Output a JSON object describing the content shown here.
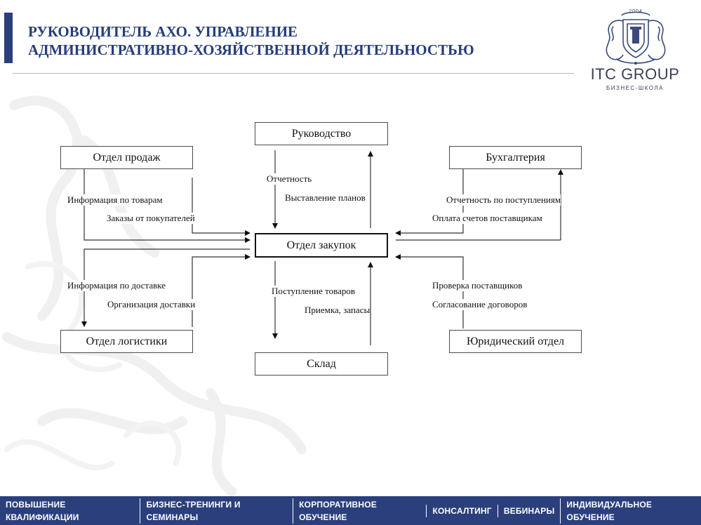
{
  "header": {
    "title_line1": "РУКОВОДИТЕЛЬ АХО. УПРАВЛЕНИЕ",
    "title_line2": "АДМИНИСТРАТИВНО-ХОЗЯЙСТВЕННОЙ ДЕЯТЕЛЬНОСТЬЮ"
  },
  "logo": {
    "year": "2004",
    "brand": "ITC GROUP",
    "subtitle": "БИЗНЕС-ШКОЛА"
  },
  "diagram": {
    "nodes": {
      "management": "Руководство",
      "sales": "Отдел продаж",
      "accounting": "Бухгалтерия",
      "purchasing": "Отдел закупок",
      "logistics": "Отдел логистики",
      "legal": "Юридический отдел",
      "warehouse": "Склад"
    },
    "edges": {
      "reporting": "Отчетность",
      "plans": "Выставление планов",
      "product_info": "Информация по товарам",
      "customer_orders": "Заказы от покупателей",
      "receipts_reporting": "Отчетность по поступлениям",
      "supplier_payments": "Оплата счетов поставщикам",
      "delivery_info": "Информация по доставке",
      "delivery_org": "Организация доставки",
      "goods_receipt": "Поступление товаров",
      "acceptance_stock": "Приемка, запасы",
      "supplier_check": "Проверка поставщиков",
      "contract_approval": "Согласование договоров"
    }
  },
  "footer": {
    "items": [
      "ПОВЫШЕНИЕ КВАЛИФИКАЦИИ",
      "БИЗНЕС-ТРЕНИНГИ И СЕМИНАРЫ",
      "КОРПОРАТИВНОЕ ОБУЧЕНИЕ",
      "КОНСАЛТИНГ",
      "ВЕБИНАРЫ",
      "ИНДИВИДУАЛЬНОЕ ОБУЧЕНИЕ"
    ]
  },
  "colors": {
    "brand_navy": "#2a3f7c",
    "title_blue": "#253d7a"
  }
}
